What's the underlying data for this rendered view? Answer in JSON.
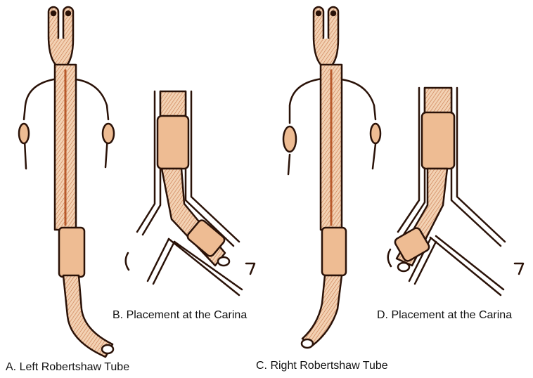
{
  "figure": {
    "panels": [
      {
        "id": "A",
        "caption": "A. Left Robertshaw Tube"
      },
      {
        "id": "B",
        "caption": "B. Placement at the Carina"
      },
      {
        "id": "C",
        "caption": "C. Right Robertshaw Tube"
      },
      {
        "id": "D",
        "caption": "D. Placement at the Carina"
      }
    ],
    "colors": {
      "outline": "#2a1208",
      "tube_fill": "#f3d2b4",
      "tube_shade": "#b85a2c",
      "cuff_fill": "#eebc93",
      "airway_fill": "#f7e3d0",
      "background": "#ffffff"
    }
  }
}
